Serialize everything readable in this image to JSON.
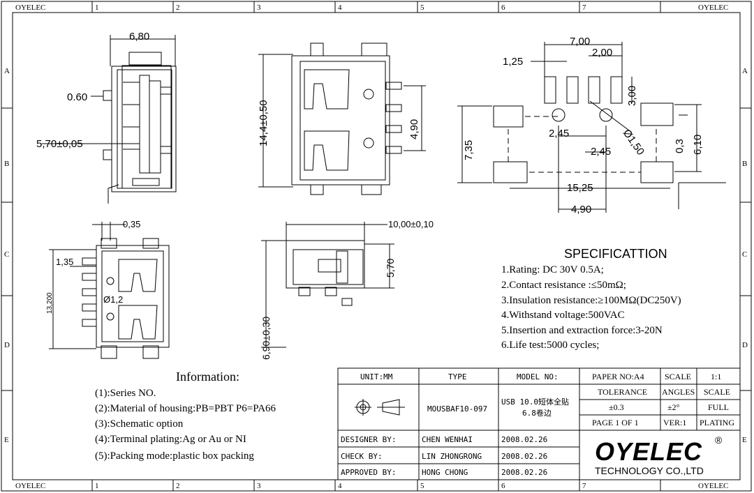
{
  "frame": {
    "company_corner": "OYELEC",
    "columns": [
      "1",
      "2",
      "3",
      "4",
      "5",
      "6",
      "7"
    ],
    "rows": [
      "A",
      "B",
      "C",
      "D",
      "E"
    ]
  },
  "dims": {
    "top_width": "6,80",
    "pin_thk": "0.60",
    "inner_width": "5,70±0,05",
    "side_height": "14,4±0,50",
    "port_spacing": "4,90",
    "pcb_total": "7,00",
    "pad_w": "1,25",
    "pitch": "2,00",
    "pad_h": "3,00",
    "hole_off1": "2,45",
    "hole_off2": "2,45",
    "hole_dia": "Ø1,50",
    "lead_off": "0,3",
    "lead_span": "6,10",
    "row_span": "7,35",
    "wide_span": "15,25",
    "center_span": "4,90",
    "wall": "0,35",
    "edge_off": "1,35",
    "body_len": "13,200",
    "small_hole": "Ø1,2",
    "depth_total": "6,90±0,30",
    "overall_len": "10,00±0,10",
    "port_h": "5,70"
  },
  "spec": {
    "title": "SPECIFICATTION",
    "lines": [
      "1.Rating: DC 30V 0.5A;",
      "2.Contact resistance :≤50mΩ;",
      "3.Insulation resistance:≥100MΩ(DC250V)",
      "4.Withstand voltage:500VAC",
      "5.Insertion and extraction force:3-20N",
      "6.Life test:5000 cycles;"
    ]
  },
  "info": {
    "title": "Information:",
    "lines": [
      "(1):Series NO.",
      "(2):Material of housing:PB=PBT P6=PA66",
      "(3):Schematic option",
      "(4):Terminal plating:Ag or Au or NI",
      "(5):Packing mode:plastic  box packing"
    ]
  },
  "title_block": {
    "unit": "UNIT:MM",
    "type_label": "TYPE",
    "type_value": "MOUSBAF10-097",
    "model_label": "MODEL NO:",
    "model_line1": "USB 10.0短体全贴",
    "model_line2": "6.8卷边",
    "paper": "PAPER NO:A4",
    "scale_label": "SCALE",
    "scale_value": "1:1",
    "tolerance_label": "TOLERANCE",
    "angles_label": "ANGLES",
    "scale_label2": "SCALE",
    "tolerance_value": "±0.3",
    "angles_value": "±2°",
    "full": "FULL",
    "page": "PAGE 1 OF 1",
    "ver": "VER:1",
    "plating": "PLATING",
    "designer_label": "DESIGNER BY:",
    "designer": "CHEN WENHAI",
    "designer_date": "2008.02.26",
    "check_label": "CHECK BY:",
    "checker": "LIN ZHONGRONG",
    "check_date": "2008.02.26",
    "approved_label": "APPROVED BY:",
    "approver": "HONG CHONG",
    "approved_date": "2008.02.26",
    "logo": "OYELEC",
    "logo_mark": "®",
    "company": "TECHNOLOGY CO.,LTD"
  }
}
